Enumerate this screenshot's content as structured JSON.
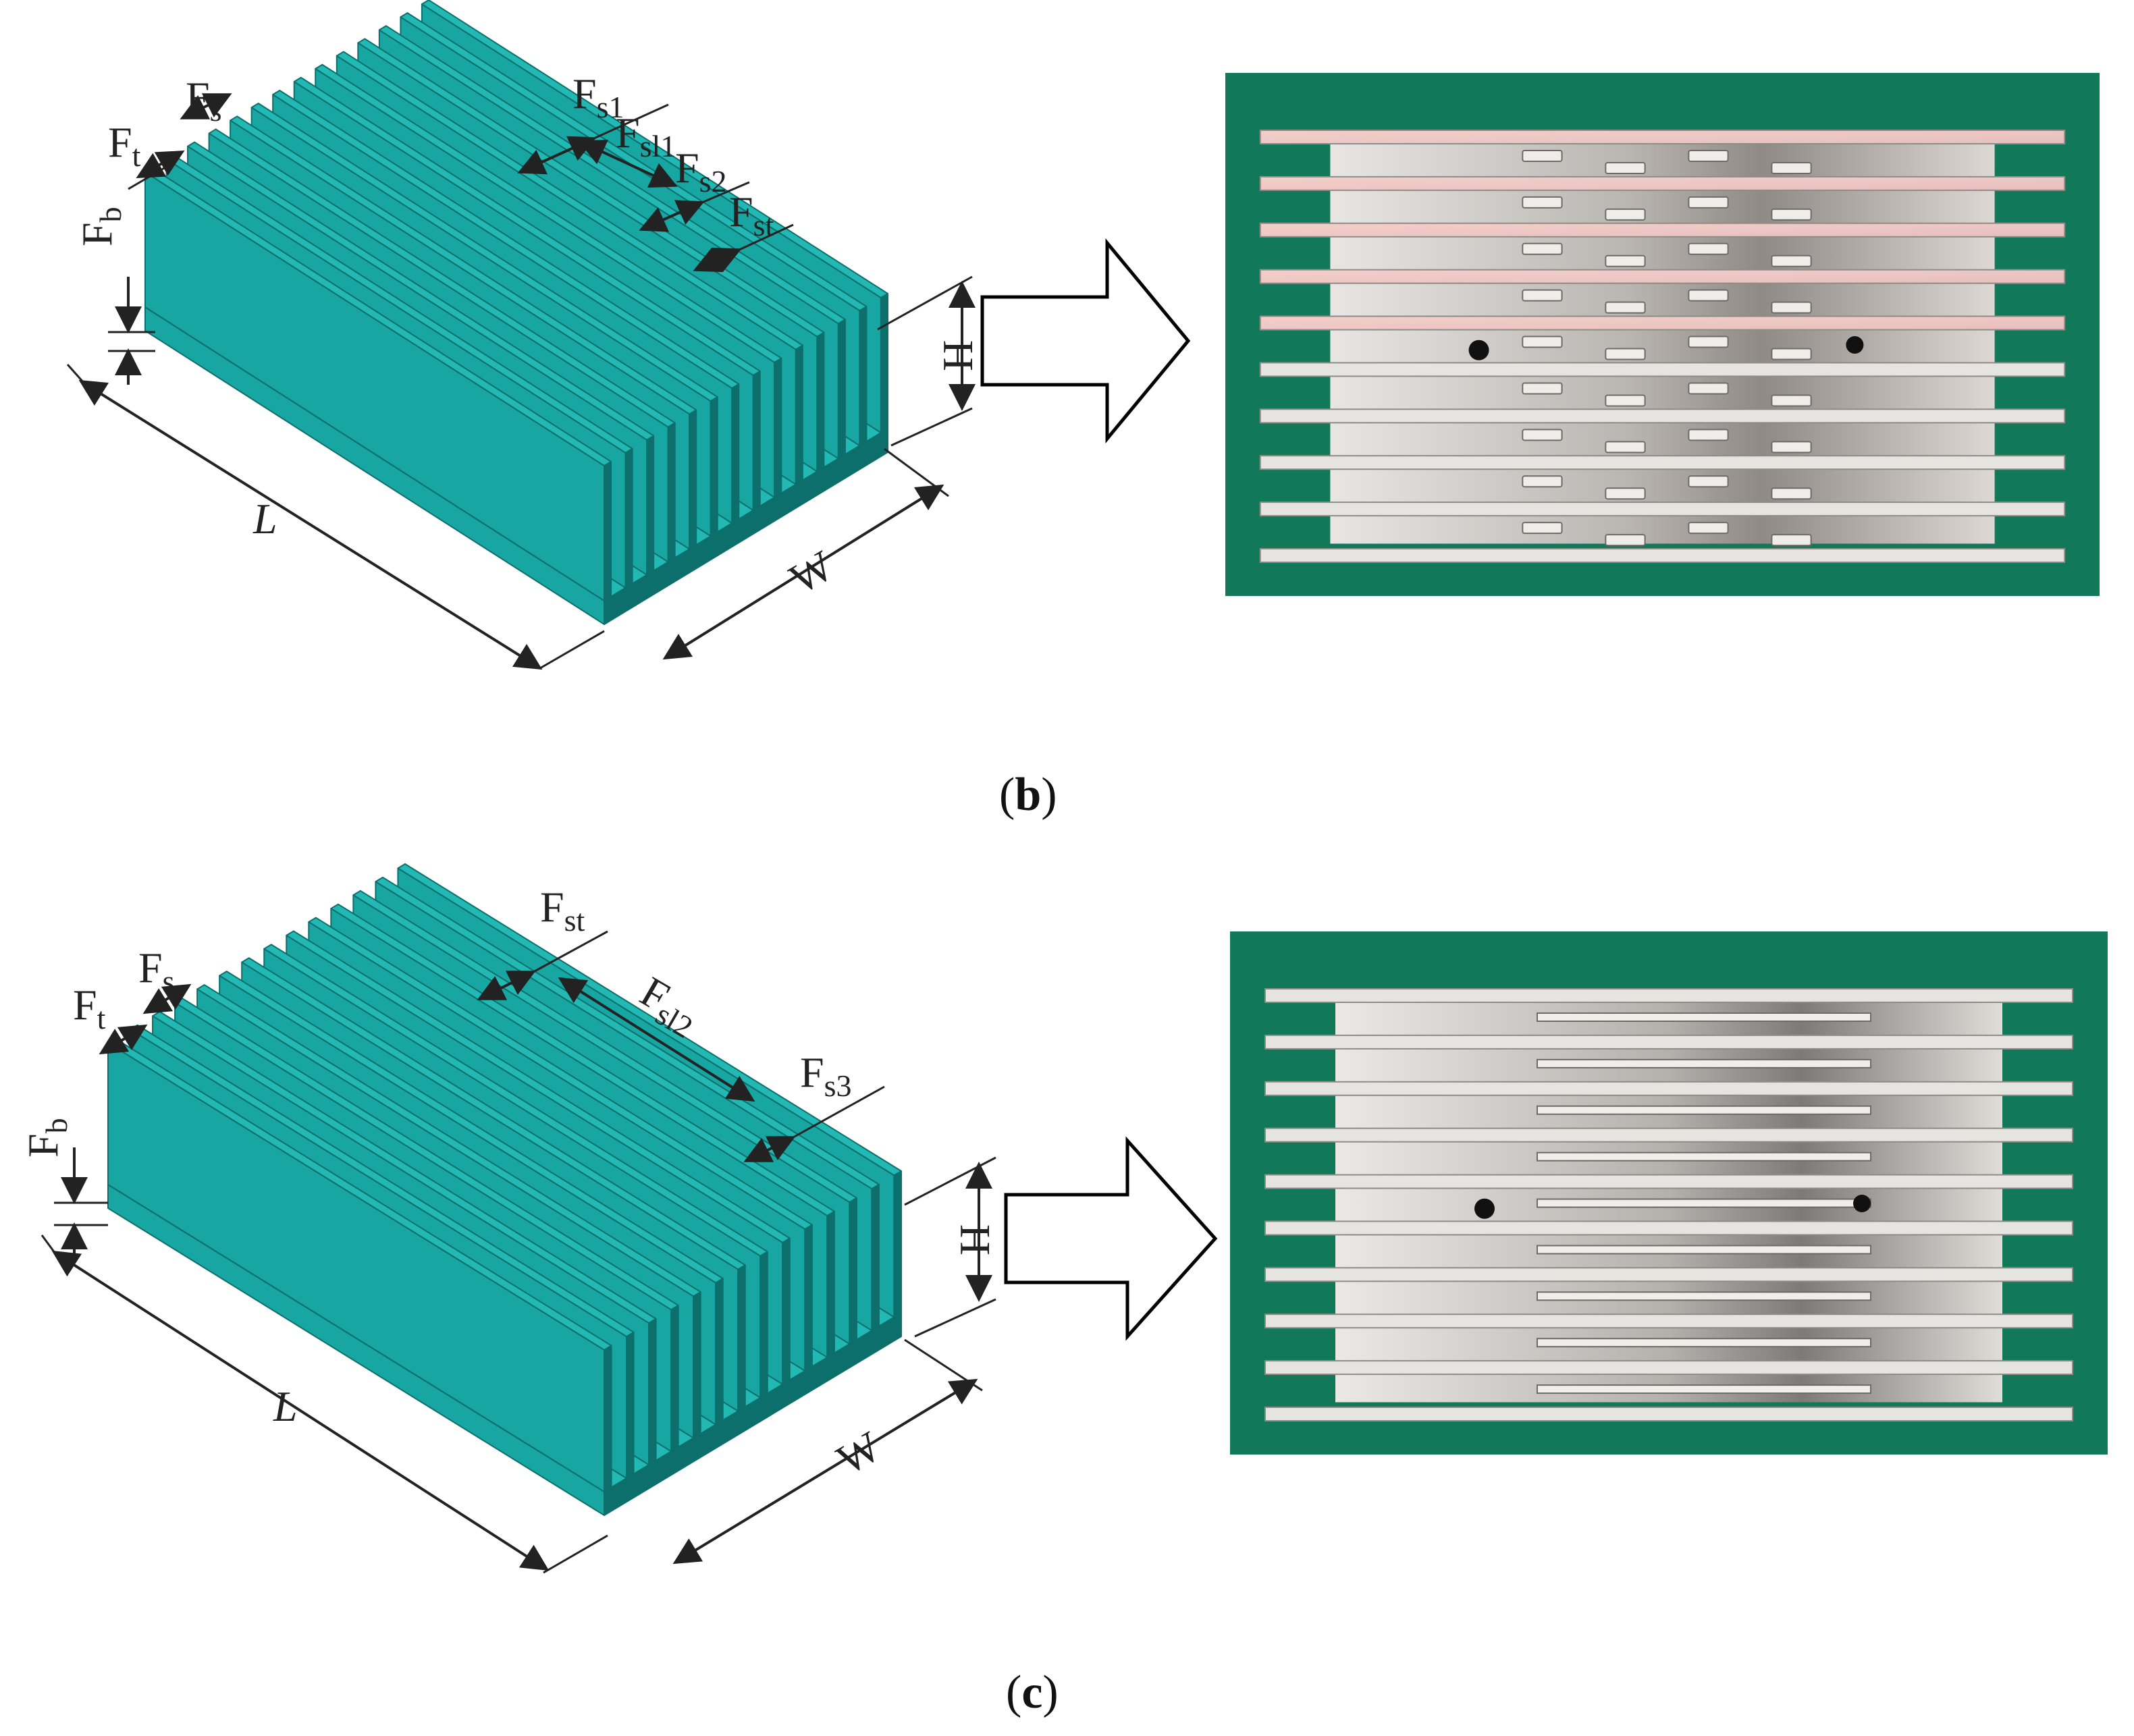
{
  "colors": {
    "fin": "#18a6a2",
    "fin_top": "#22b8b3",
    "fin_edge": "#0c6f6c",
    "board_green": "#11785a",
    "aluminium": "#c9c6c2",
    "arrow_outline": "#000000"
  },
  "panel_b": {
    "caption_open": "(",
    "caption_letter": "b",
    "caption_close": ")",
    "labels": {
      "F": "F",
      "t": "t",
      "s": "s",
      "s1": "s1",
      "sl1": "sl1",
      "s2": "s2",
      "st": "st",
      "b": "b",
      "H": "H",
      "L": "L",
      "W": "W"
    }
  },
  "panel_c": {
    "caption_open": "(",
    "caption_letter": "c",
    "caption_close": ")",
    "labels": {
      "F": "F",
      "t": "t",
      "s": "s",
      "st": "st",
      "sl2": "sl2",
      "s3": "s3",
      "b": "b",
      "H": "H",
      "L": "L",
      "W": "W"
    }
  },
  "icons": [
    "right-arrow-icon"
  ]
}
